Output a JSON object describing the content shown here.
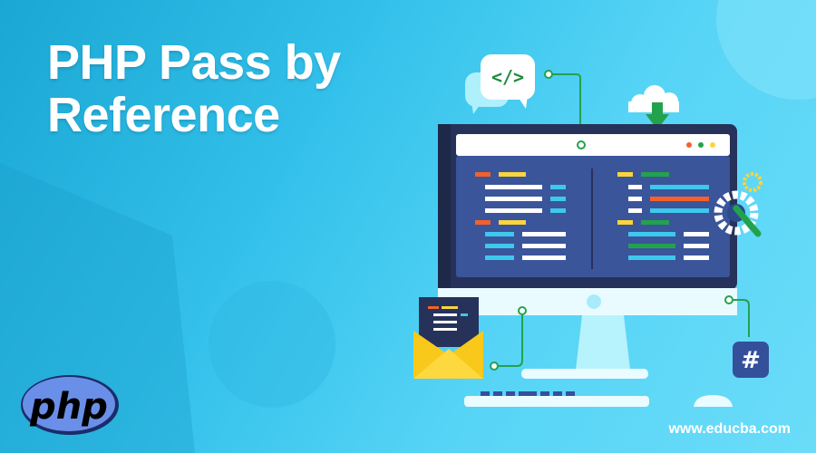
{
  "banner": {
    "title": "PHP Pass by Reference",
    "website": "www.educba.com",
    "logo_text": "php",
    "code_bubble_text": "</>",
    "hash_badge_text": "#"
  },
  "colors": {
    "background": "#32c0ea",
    "monitor_frame": "#26325a",
    "screen": "#3a559a",
    "accent_green": "#23a24d",
    "accent_orange": "#f4612b",
    "accent_yellow": "#fcd43c",
    "accent_cyan": "#3ec8ee"
  }
}
